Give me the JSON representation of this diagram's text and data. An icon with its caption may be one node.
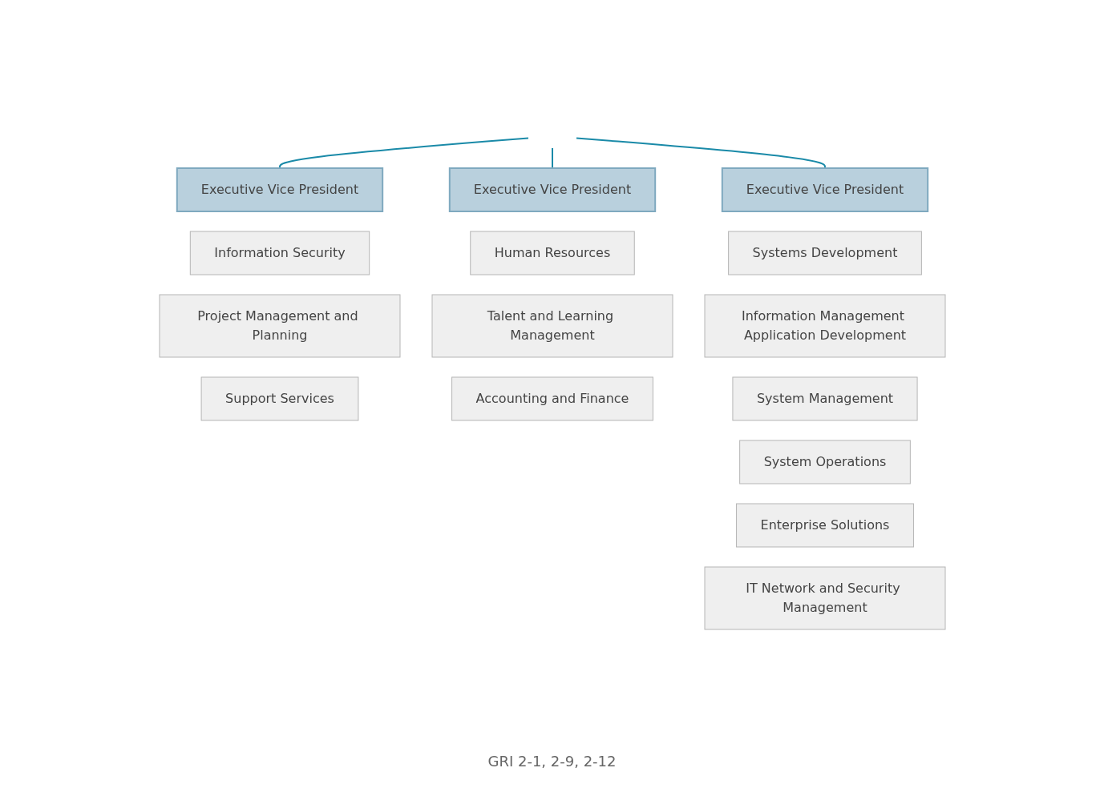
{
  "diagram": {
    "nodes": [
      {
        "text": [
          "Executive Vice President"
        ]
      },
      {
        "text": [
          "Information Security"
        ]
      },
      {
        "text": [
          "Project Management and Planning"
        ]
      },
      {
        "text": [
          "Support Services"
        ]
      },
      {
        "text": [
          "Executive Vice President"
        ]
      },
      {
        "text": [
          "Human Resources"
        ]
      },
      {
        "text": [
          "Talent and Learning Management"
        ]
      },
      {
        "text": [
          "Accounting and Finance"
        ]
      },
      {
        "text": [
          "Executive Vice President"
        ]
      },
      {
        "text": [
          "Systems Development"
        ]
      },
      {
        "text": [
          "Information Management Application Development"
        ]
      },
      {
        "text": [
          "System Management"
        ]
      },
      {
        "text": [
          "System Operations"
        ]
      },
      {
        "text": [
          "Enterprise Solutions"
        ]
      },
      {
        "text": [
          "IT Network and Security Management"
        ]
      }
    ],
    "edges": [
      {
        "from": null,
        "to": 0,
        "arrow": "none"
      },
      {
        "from": null,
        "to": 4,
        "arrow": "none"
      },
      {
        "from": null,
        "to": 8,
        "arrow": "none"
      }
    ],
    "labels": [
      "GRI 2-1, 2-9, 2-12"
    ]
  }
}
